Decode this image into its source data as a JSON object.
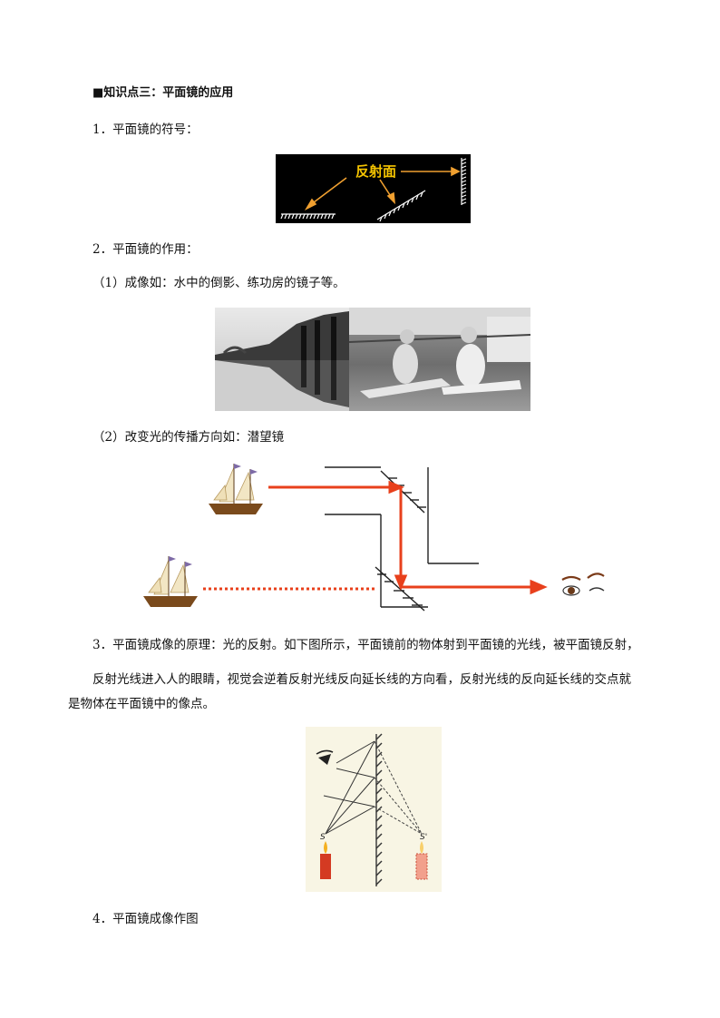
{
  "section_title": "■知识点三：平面镜的应用",
  "item1": "1．平面镜的符号：",
  "fig1_label": "反射面",
  "item2": "2．平面镜的作用：",
  "item2_sub1": "（1）成像如：水中的倒影、练功房的镜子等。",
  "item2_sub2": "（2）改变光的传播方向如：潜望镜",
  "item3_line1": "3．平面镜成像的原理：光的反射。如下图所示，平面镜前的物体射到平面镜的光线，被平面镜反射，",
  "item3_line2": "反射光线进入人的眼睛，视觉会逆着反射光线反向延长线的方向看，反射光线的反向延长线的交点就",
  "item3_line3": "是物体在平面镜中的像点。",
  "fig4_label_s": "S",
  "fig4_label_s_prime": "S'",
  "item4": "4．平面镜成像作图",
  "colors": {
    "arrow_orange": "#f0a030",
    "ray_red": "#e8401c",
    "fig1_bg": "#000000",
    "label_yellow": "#f5c400"
  }
}
